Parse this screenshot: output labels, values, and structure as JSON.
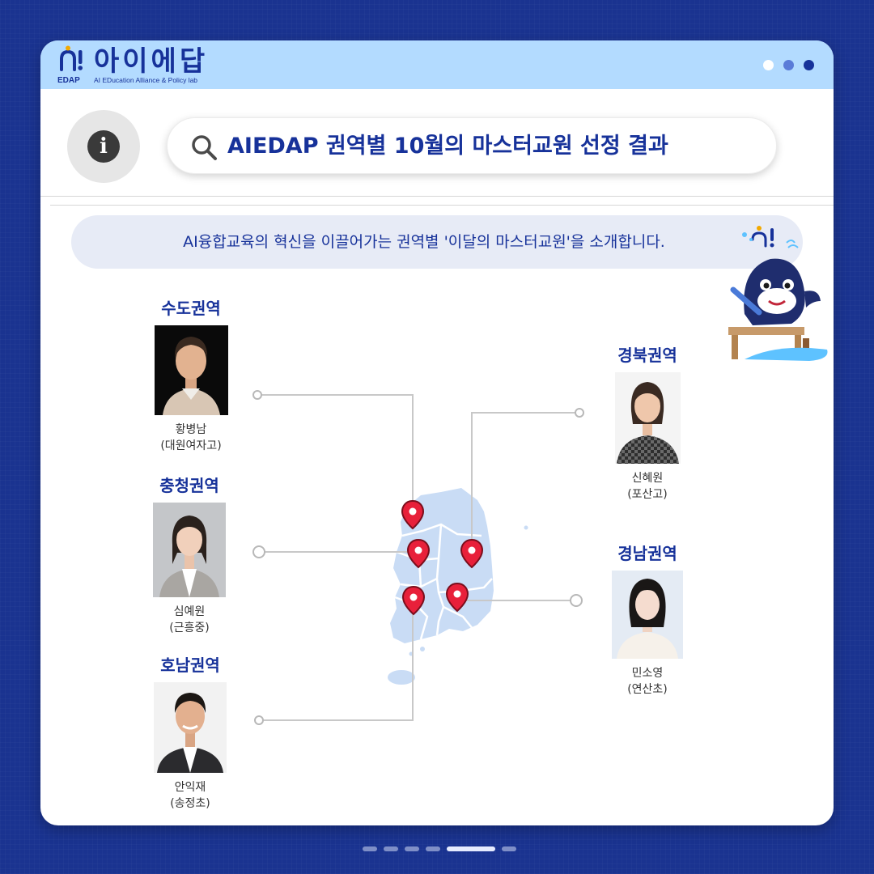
{
  "header": {
    "logo_title": "아이에답",
    "logo_mark": "EDAP",
    "logo_subtitle": "AI EDucation Alliance & Policy lab",
    "window_dots": [
      "#ffffff",
      "#5a7bd8",
      "#17329a"
    ]
  },
  "search": {
    "icon": "search-icon",
    "text": "AIEDAP 권역별 10월의 마스터교원 선정 결과"
  },
  "info_icon": "info-icon",
  "intro": "AI융합교육의 혁신을 이끌어가는 권역별 '이달의 마스터교원'을 소개합니다.",
  "regions": {
    "sudo": {
      "title": "수도권역",
      "name": "황병남",
      "school": "(대원여자고)"
    },
    "chungcheong": {
      "title": "충청권역",
      "name": "심예원",
      "school": "(근흥중)"
    },
    "honam": {
      "title": "호남권역",
      "name": "안익재",
      "school": "(송정초)"
    },
    "gyeongbuk": {
      "title": "경북권역",
      "name": "신혜원",
      "school": "(포산고)"
    },
    "gyeongnam": {
      "title": "경남권역",
      "name": "민소영",
      "school": "(연산초)"
    }
  },
  "map": {
    "icon": "korea-map",
    "pins": 5
  },
  "colors": {
    "brand": "#17329a",
    "background": "#1a3390",
    "pin": "#e8203a",
    "map": "#c9dcf5"
  },
  "pagination": {
    "total": 6,
    "current": 5
  }
}
